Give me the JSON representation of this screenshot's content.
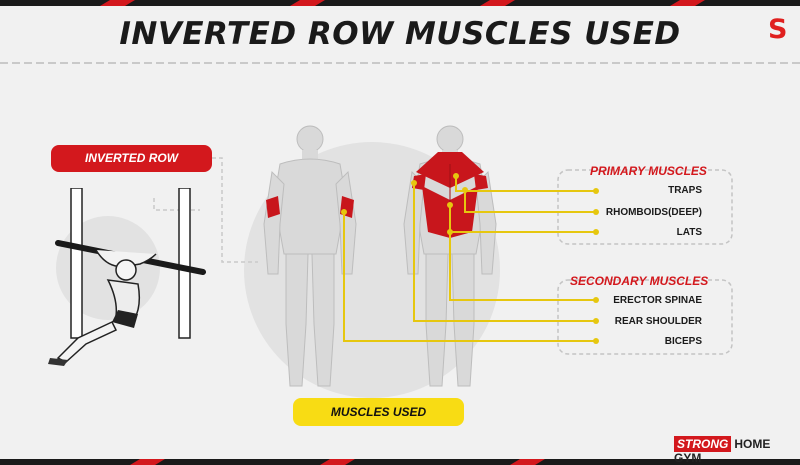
{
  "title": "INVERTED ROW MUSCLES USED",
  "brand_letter": "S",
  "exercise_label": "INVERTED ROW",
  "muscles_used_label": "MUSCLES USED",
  "primary": {
    "title": "PRIMARY MUSCLES",
    "items": [
      "TRAPS",
      "RHOMBOIDS(DEEP)",
      "LATS"
    ]
  },
  "secondary": {
    "title": "SECONDARY MUSCLES",
    "items": [
      "ERECTOR SPINAE",
      "REAR SHOULDER",
      "BICEPS"
    ]
  },
  "footer": {
    "strong": "STRONG",
    "home": "HOME GYM"
  },
  "colors": {
    "accent": "#d3181d",
    "highlight": "#f8dc14",
    "muscle": "#c8161c",
    "body": "#d9d9d9"
  },
  "icons": {
    "brand": "strong-home-gym-logo-icon"
  }
}
